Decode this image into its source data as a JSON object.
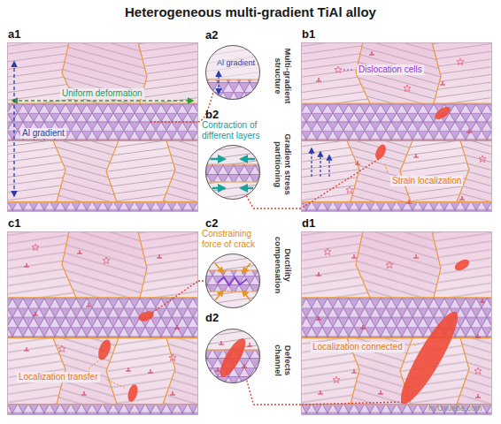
{
  "diagram": {
    "title": "Heterogeneous multi-gradient TiAl alloy",
    "nodes": [
      {
        "text": [
          "a1",
          "Uniform deformation",
          "Al gradient"
        ]
      },
      {
        "text": [
          "a2",
          "Al gradient",
          "Multi-gradient structure"
        ]
      },
      {
        "text": [
          "b1",
          "Dislocation cells",
          "Strain localization"
        ]
      },
      {
        "text": [
          "b2",
          "Contraction of different layers",
          "Gradient stress partitioning"
        ]
      },
      {
        "text": [
          "c1",
          "Localization transfer"
        ]
      },
      {
        "text": [
          "c2",
          "Constraining force of crack",
          "Ductility compensation"
        ]
      },
      {
        "text": [
          "d1",
          "Localization connected"
        ]
      },
      {
        "text": [
          "d2",
          "Defects channel"
        ]
      }
    ],
    "edges": [
      {
        "from": 0,
        "to": 1,
        "arrow": "none"
      },
      {
        "from": 2,
        "to": 3,
        "arrow": "none"
      },
      {
        "from": 4,
        "to": 5,
        "arrow": "none"
      },
      {
        "from": 6,
        "to": 7,
        "arrow": "none"
      }
    ],
    "labels": [
      "m.Uxuebe.com"
    ]
  }
}
